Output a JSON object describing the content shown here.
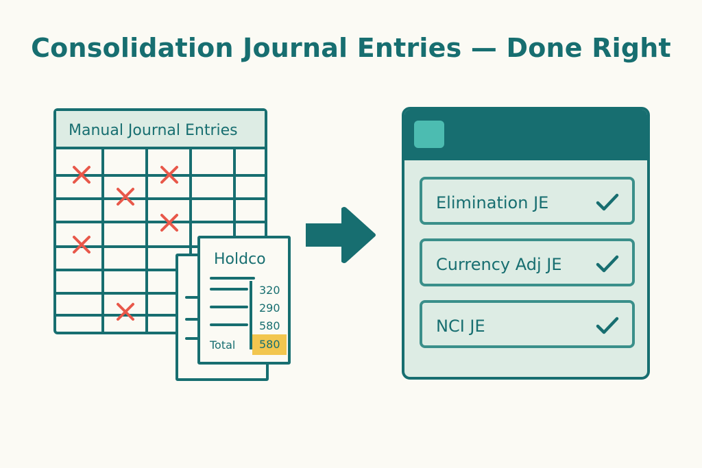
{
  "title": "Consolidation Journal Entries — Done Right",
  "left_sheet": {
    "title": "Manual Journal Entries",
    "error_icon": "x-mark-icon",
    "error_color": "#e8584a"
  },
  "holdco_doc": {
    "title": "Holdco",
    "values": [
      "320",
      "290",
      "580"
    ],
    "total_label": "Total",
    "total_value": "580",
    "highlight_color": "#f2c64f"
  },
  "arrow_icon": "right-arrow-icon",
  "right_panel": {
    "entries": [
      {
        "label": "Elimination JE",
        "icon": "check-icon"
      },
      {
        "label": "Currency Adj JE",
        "icon": "check-icon"
      },
      {
        "label": "NCI JE",
        "icon": "check-icon"
      }
    ]
  },
  "colors": {
    "primary": "#176e70",
    "panel_fill": "#ddece4",
    "accent_square": "#4cbcb1",
    "background": "#fbfaf4"
  }
}
